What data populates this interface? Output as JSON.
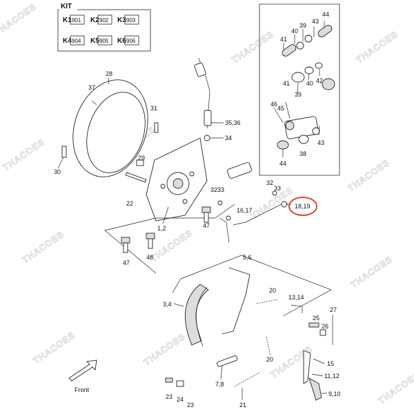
{
  "watermark": "THACOES",
  "kit": {
    "title": "KIT",
    "items": [
      {
        "key": "K1",
        "code": "901"
      },
      {
        "key": "K2",
        "code": "902"
      },
      {
        "key": "K3",
        "code": "903"
      },
      {
        "key": "K4",
        "code": "904"
      },
      {
        "key": "K5",
        "code": "905"
      },
      {
        "key": "K6",
        "code": "906"
      }
    ]
  },
  "front_label": "Front",
  "highlight_color": "#e0301e",
  "callouts": {
    "c1_2": "1,2",
    "c3_4": "3,4",
    "c5_6": "5,6",
    "c7_8": "7,8",
    "c9_10": "9,10",
    "c11_12": "11,12",
    "c13_14": "13,14",
    "c15": "15",
    "c16_17": "16,17",
    "c18_19": "18,19",
    "c20a": "20",
    "c20b": "20",
    "c21": "21",
    "c22": "22",
    "c23": "23",
    "c24": "24",
    "c25": "25",
    "c26": "26",
    "c27": "27",
    "c28": "28",
    "c29": "29",
    "c30": "30",
    "c31": "31",
    "c32a": "32",
    "c32b": "32",
    "c33a": "33",
    "c33b": "33",
    "c34": "34",
    "c35_36": "35,36",
    "c37": "37",
    "c38": "38",
    "c39a": "39",
    "c39b": "39",
    "c40a": "40",
    "c40b": "40",
    "c41a": "41",
    "c41b": "41",
    "c42": "42",
    "c43a": "43",
    "c43b": "43",
    "c44a": "44",
    "c44b": "44",
    "c45": "45",
    "c46": "46",
    "c47a": "47",
    "c47b": "47",
    "c48": "48"
  }
}
